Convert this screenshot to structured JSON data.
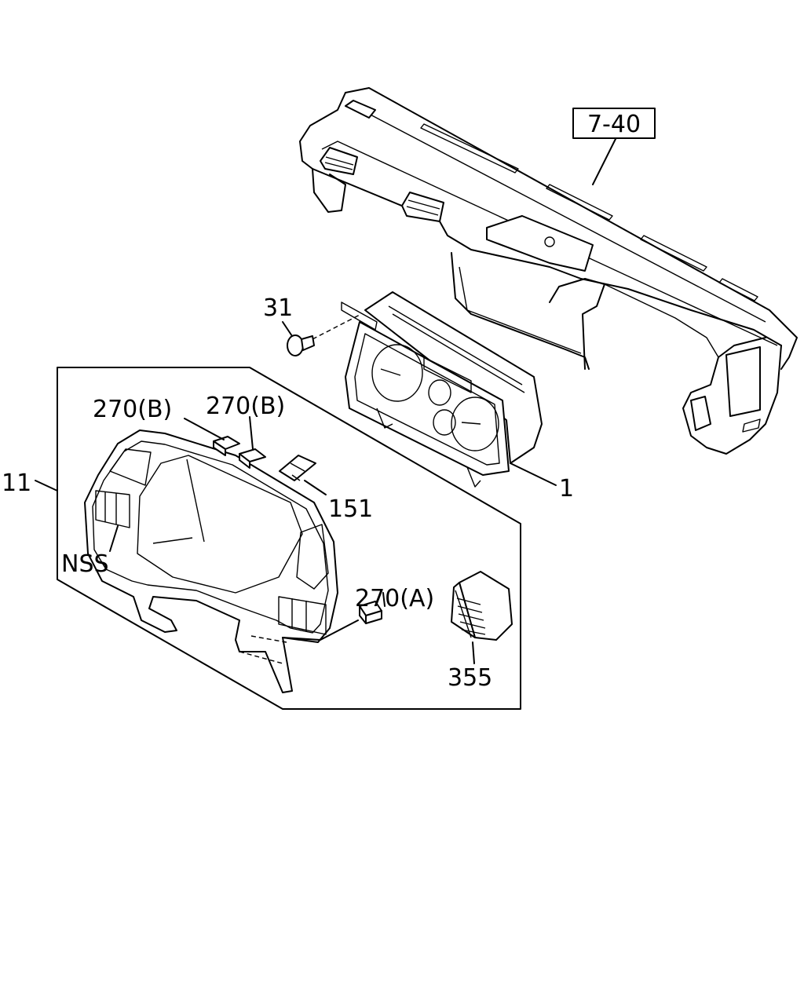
{
  "callouts": {
    "ref_7_40": "7-40",
    "p31": "31",
    "p270b_1": "270(B)",
    "p270b_2": "270(B)",
    "p11": "11",
    "p151": "151",
    "p1": "1",
    "nss": "NSS",
    "p270a": "270(A)",
    "p355": "355"
  }
}
